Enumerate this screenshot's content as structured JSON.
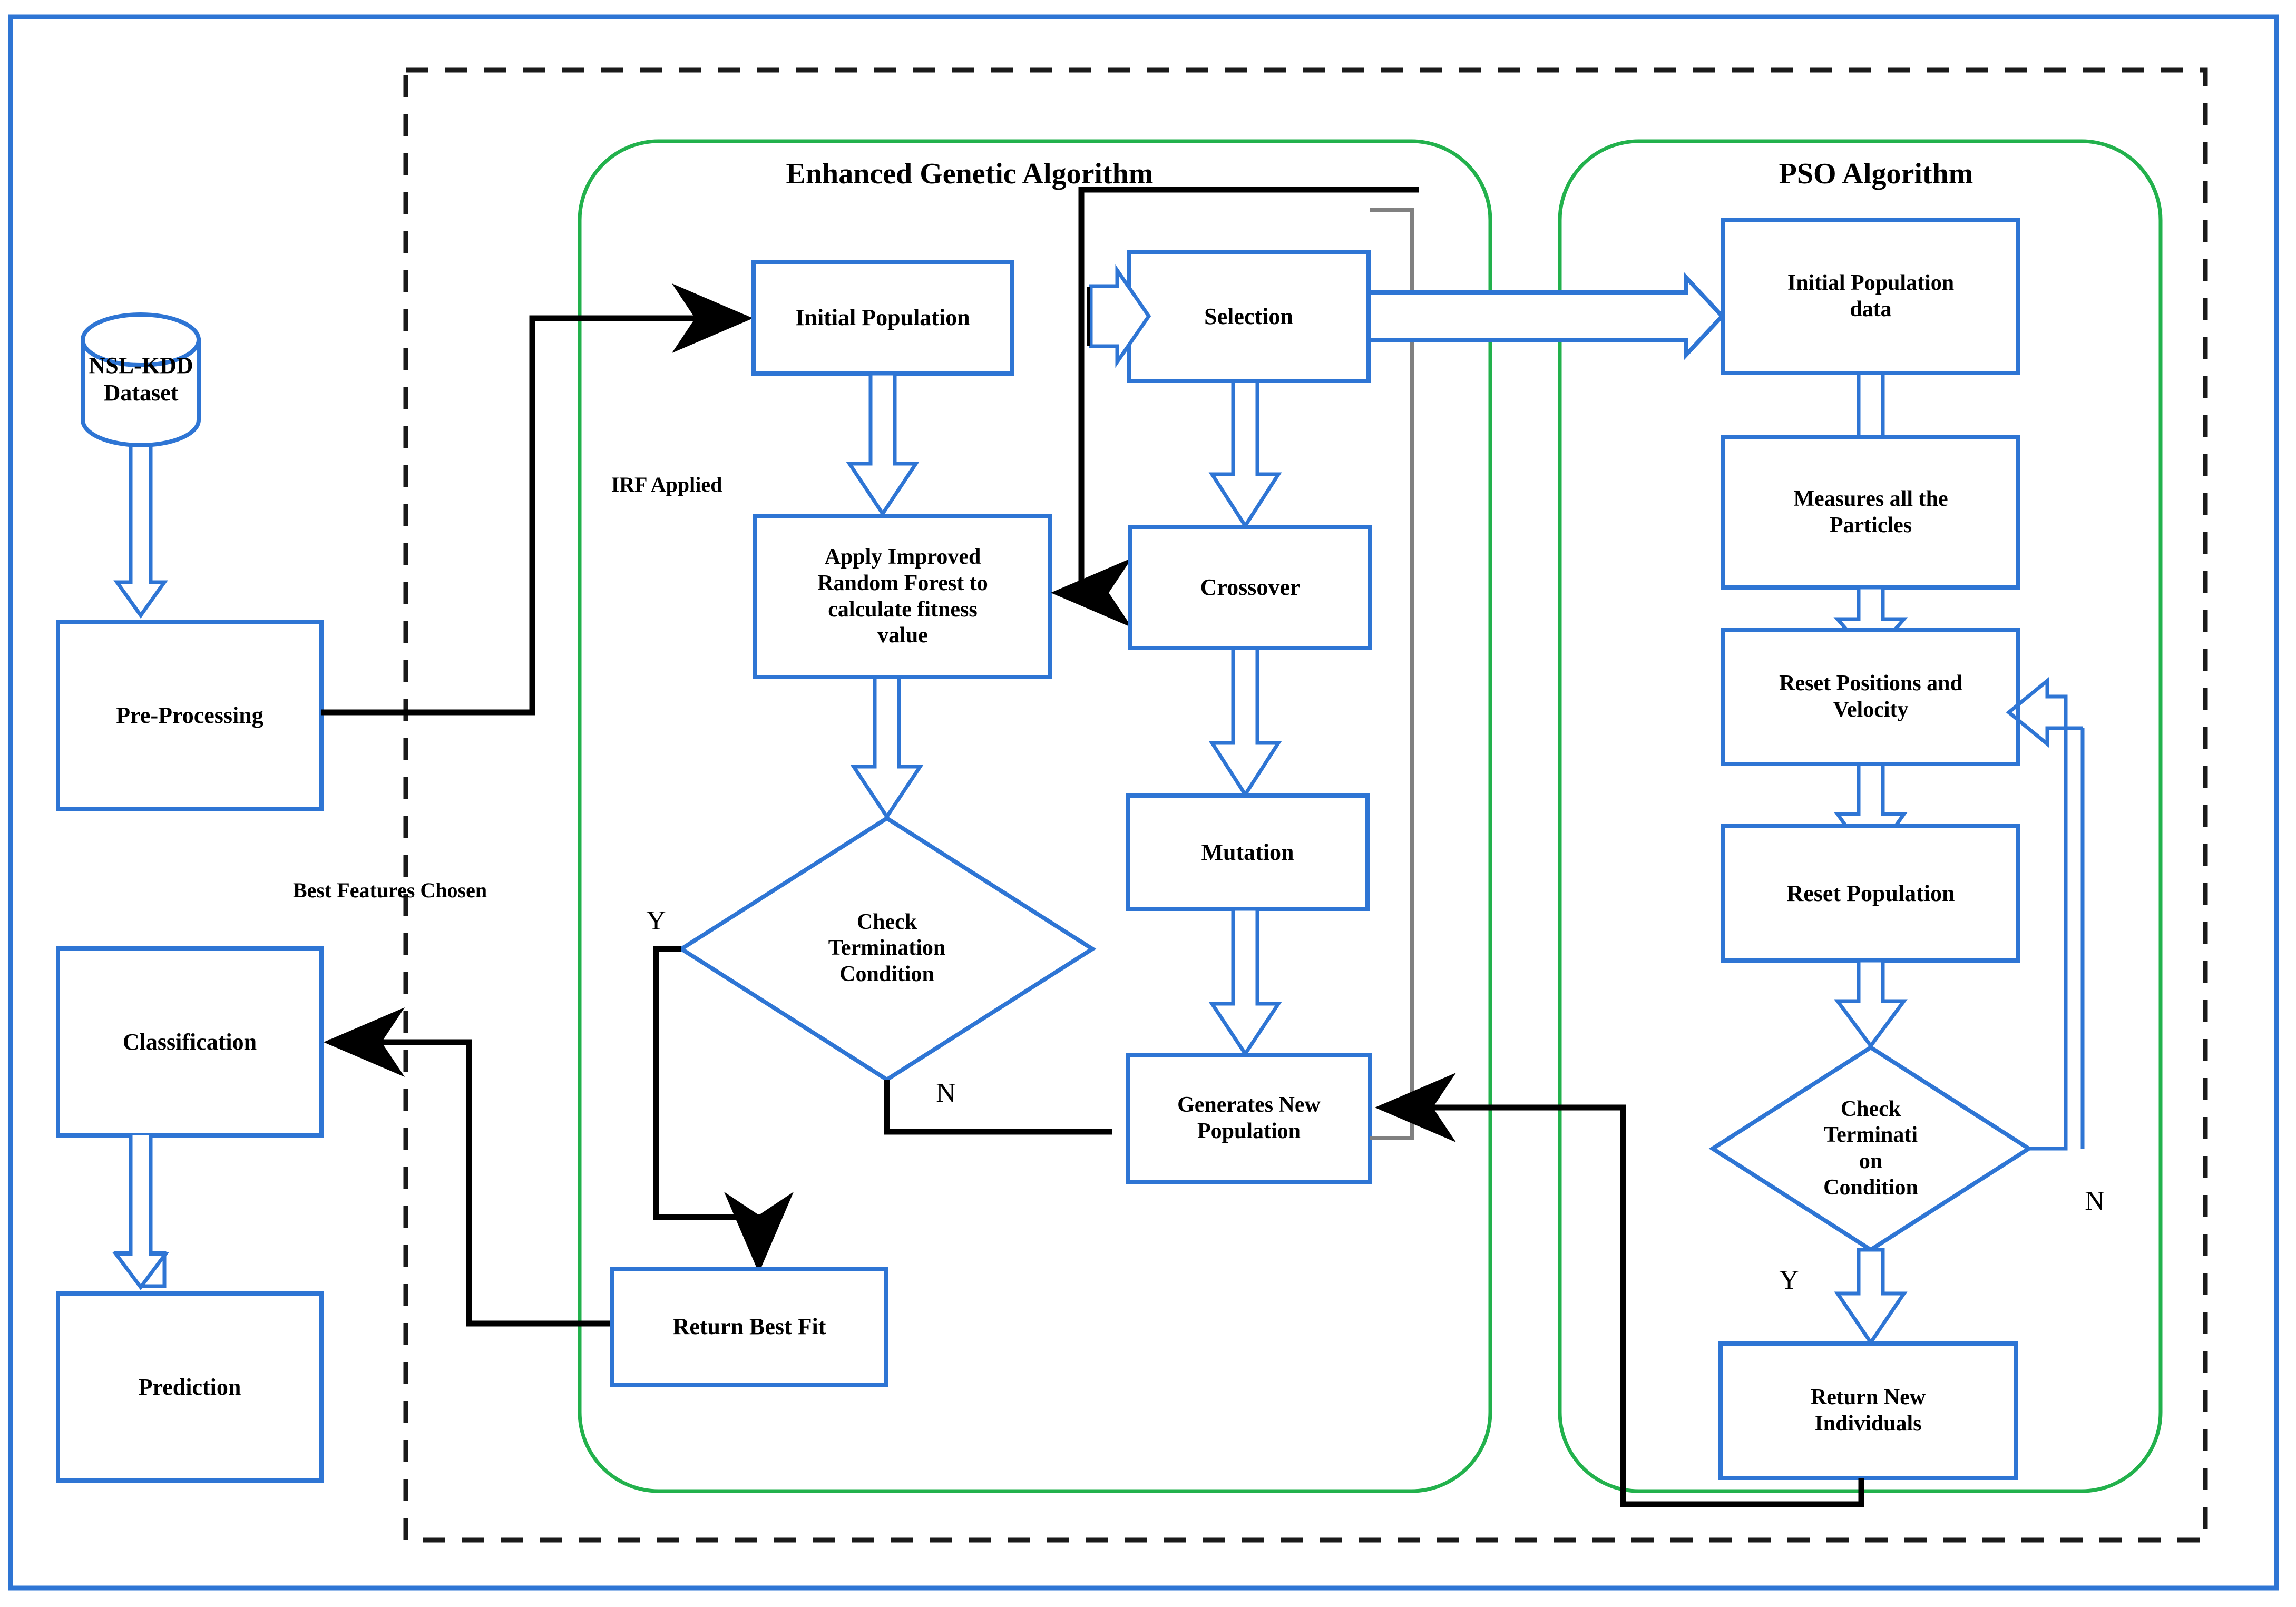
{
  "figure": {
    "kind": "flowchart",
    "colors": {
      "node_border": "#2E75D4",
      "group_border": "#22B14C",
      "connector_black": "#000000",
      "connector_blue": "#2E75D4",
      "page_border": "#2E75D4",
      "dashed_border": "#1A1A1A",
      "text": "#000000"
    }
  },
  "groups": {
    "ga": {
      "title": "Enhanced  Genetic Algorithm"
    },
    "pso": {
      "title": "PSO Algorithm"
    }
  },
  "nodes": {
    "dataset": "NSL-KDD\nDataset",
    "preprocessing": "Pre-Processing",
    "classification": "Classification",
    "prediction": "Prediction",
    "initial_population": "Initial Population",
    "apply_irf": "Apply Improved\nRandom Forest to\ncalculate fitness\nvalue",
    "check_termination_ga": "Check\nTermination\nCondition",
    "return_best_fit": "Return Best Fit",
    "selection": "Selection",
    "crossover": "Crossover",
    "mutation": "Mutation",
    "generates_new_population": "Generates New\nPopulation",
    "pso_initial_population": "Initial Population\ndata",
    "measures_particles": "Measures all the\nParticles",
    "reset_positions": "Reset Positions and\nVelocity",
    "reset_population": "Reset Population",
    "check_termination_pso": "Check\nTerminati\non\nCondition",
    "return_new_individuals": "Return New\nIndividuals"
  },
  "edge_labels": {
    "irf_applied": "IRF Applied",
    "best_features_chosen": "Best Features Chosen",
    "ga_yes": "Y",
    "ga_no": "N",
    "pso_yes": "Y",
    "pso_no": "N"
  }
}
